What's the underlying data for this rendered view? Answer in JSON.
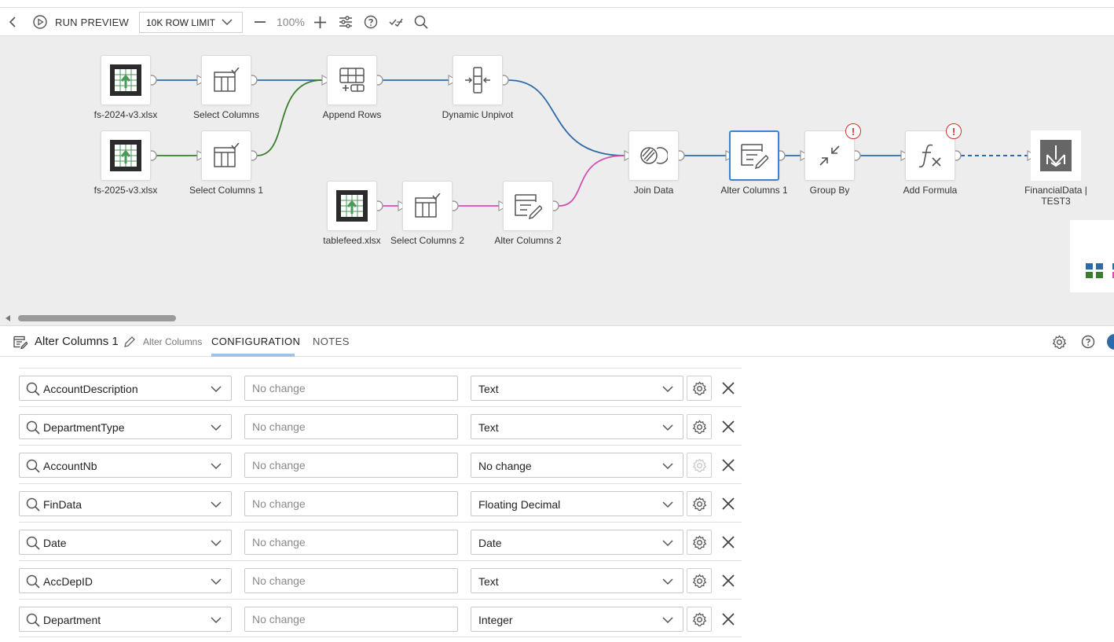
{
  "toolbar": {
    "run_preview": "RUN PREVIEW",
    "row_limit": "10K ROW LIMIT",
    "zoom": "100%"
  },
  "canvas": {
    "nodes": {
      "fs2024": "fs-2024-v3.xlsx",
      "select_columns": "Select Columns",
      "append_rows": "Append Rows",
      "dynamic_unpivot": "Dynamic Unpivot",
      "fs2025": "fs-2025-v3.xlsx",
      "select_columns_1": "Select Columns 1",
      "tablefeed": "tablefeed.xlsx",
      "select_columns_2": "Select Columns 2",
      "alter_columns_2": "Alter Columns 2",
      "join_data": "Join Data",
      "alter_columns_1": "Alter Columns 1",
      "group_by": "Group By",
      "add_formula": "Add Formula",
      "output_line1": "FinancialData |",
      "output_line2": "TEST3"
    },
    "error_glyph": "!"
  },
  "panel": {
    "title": "Alter Columns 1",
    "subtitle": "Alter Columns",
    "tabs": [
      "CONFIGURATION",
      "NOTES"
    ],
    "rename_placeholder": "No change",
    "rows": [
      {
        "column": "AccountDescription",
        "type": "Text",
        "gear_enabled": true
      },
      {
        "column": "DepartmentType",
        "type": "Text",
        "gear_enabled": true
      },
      {
        "column": "AccountNb",
        "type": "No change",
        "gear_enabled": false
      },
      {
        "column": "FinData",
        "type": "Floating Decimal",
        "gear_enabled": true
      },
      {
        "column": "Date",
        "type": "Date",
        "gear_enabled": true
      },
      {
        "column": "AccDepID",
        "type": "Text",
        "gear_enabled": true
      },
      {
        "column": "Department",
        "type": "Integer",
        "gear_enabled": true
      }
    ]
  },
  "colors": {
    "edge_blue": "#2f6aa8",
    "edge_green": "#3a7d2c",
    "edge_pink": "#d34fb0",
    "selected_border": "#3b82d6",
    "error_red": "#d32f2f",
    "tab_underline": "#9fc2e6"
  }
}
